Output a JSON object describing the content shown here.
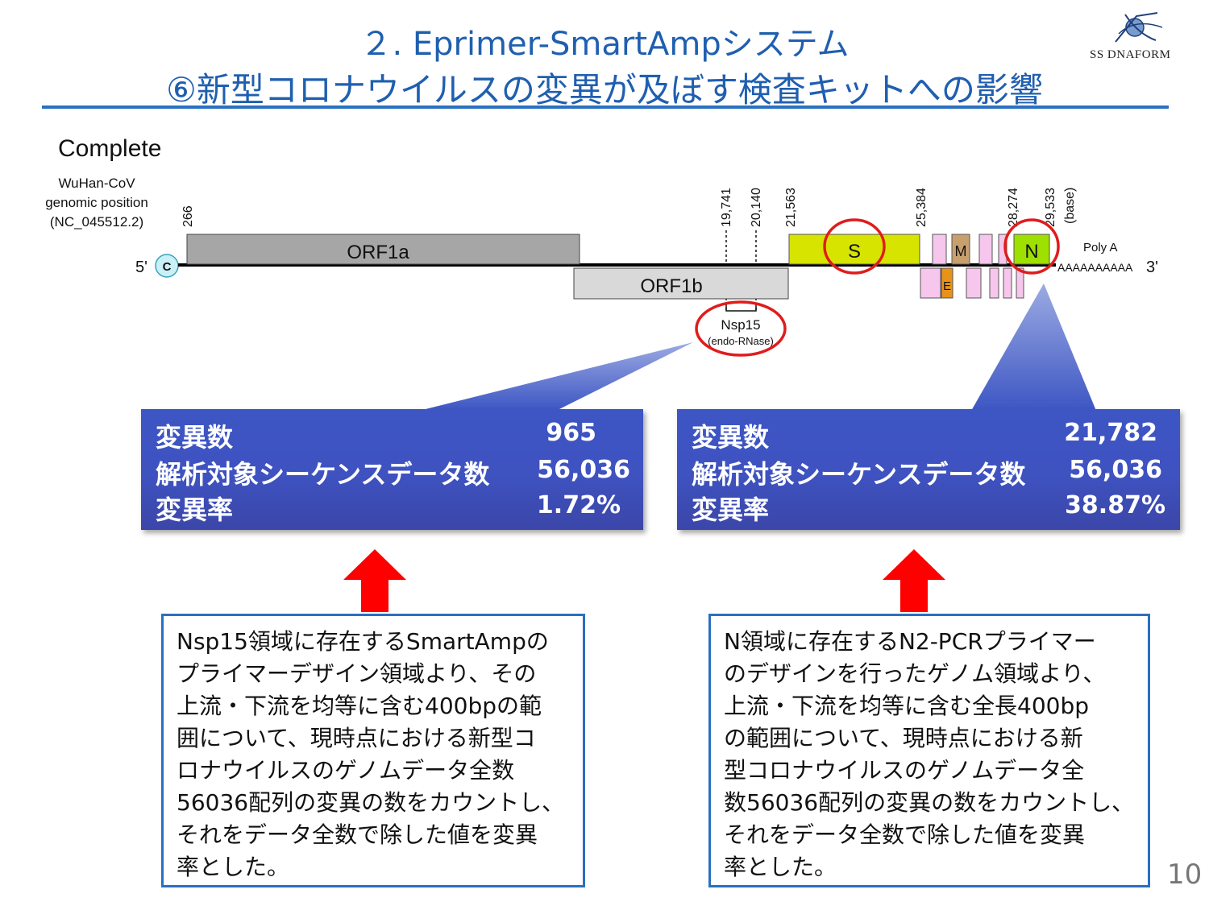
{
  "header": {
    "title_line1": "２. Eprimer-SmartAmpシステム",
    "title_line2": "⑥新型コロナウイルスの変異が及ぼす検査キットへの影響",
    "logo_text": "SS DNAFORM"
  },
  "section_label": "Complete",
  "genome": {
    "position_label": [
      "WuHan-CoV",
      "genomic position",
      "(NC_045512.2)"
    ],
    "positions": [
      "266",
      "19,741",
      "20,140",
      "21,563",
      "25,384",
      "28,274",
      "29,533"
    ],
    "unit": "(base)",
    "five_prime": "5'",
    "three_prime": "3'",
    "cap": "C",
    "orf1a": "ORF1a",
    "orf1b": "ORF1b",
    "s": "S",
    "m": "M",
    "e": "E",
    "n": "N",
    "poly_a_label": "Poly A",
    "poly_a_seq": "AAAAAAAAAA",
    "nsp15": "Nsp15",
    "nsp15_sub": "(endo-RNase)",
    "colors": {
      "orf1a": "#a6a6a6",
      "orf1b": "#d9d9d9",
      "s": "#d6e400",
      "n": "#9ee000",
      "m": "#c8a06e",
      "e": "#e8921a",
      "accessory": "#f7c6ec",
      "cap": "#c9f0f7",
      "highlight": "#e01c1c"
    }
  },
  "stats_left": {
    "label_mutations": "変異数",
    "value_mutations": "965",
    "label_sequences": "解析対象シーケンスデータ数",
    "value_sequences": "56,036",
    "label_rate": "変異率",
    "value_rate": "1.72%"
  },
  "stats_right": {
    "label_mutations": "変異数",
    "value_mutations": "21,782",
    "label_sequences": "解析対象シーケンスデータ数",
    "value_sequences": "56,036",
    "label_rate": "変異率",
    "value_rate": "38.87%"
  },
  "note_left": [
    "Nsp15領域に存在するSmartAmpの",
    "プライマーデザイン領域より、その",
    "上流・下流を均等に含む400bpの範",
    "囲について、現時点における新型コ",
    "ロナウイルスのゲノムデータ全数",
    "56036配列の変異の数をカウントし、",
    "それをデータ全数で除した値を変異",
    "率とした。"
  ],
  "note_right": [
    "N領域に存在するN2-PCRプライマー",
    "のデザインを行ったゲノム領域より、",
    "上流・下流を均等に含む全長400bp",
    "の範囲について、現時点における新",
    "型コロナウイルスのゲノムデータ全",
    "数56036配列の変異の数をカウントし、",
    "それをデータ全数で除した値を変異",
    "率とした。"
  ],
  "page_number": "10"
}
